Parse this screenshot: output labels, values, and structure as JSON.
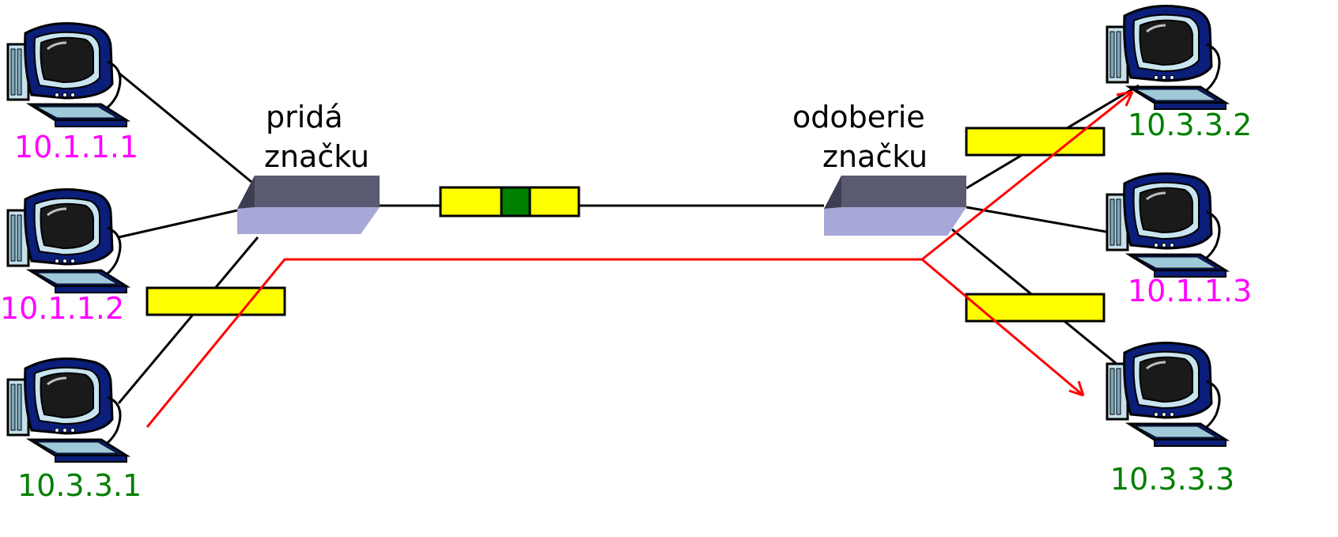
{
  "hosts": [
    {
      "ip": "10.1.1.1",
      "vlan_color": "#ff00ff"
    },
    {
      "ip": "10.1.1.2",
      "vlan_color": "#ff00ff"
    },
    {
      "ip": "10.3.3.1",
      "vlan_color": "#008000"
    },
    {
      "ip": "10.3.3.2",
      "vlan_color": "#008000"
    },
    {
      "ip": "10.1.1.3",
      "vlan_color": "#ff00ff"
    },
    {
      "ip": "10.3.3.3",
      "vlan_color": "#008000"
    }
  ],
  "switches": {
    "left_label": [
      "pridá",
      "značku"
    ],
    "right_label": [
      "odoberie",
      "značku"
    ]
  },
  "colors": {
    "frame": "#ffff00",
    "tag": "#008000",
    "path": "#ff0000",
    "link": "#000000",
    "switch_top": "#a8a8d8",
    "switch_front": "#5a5a72"
  },
  "icons": [
    "computer-icon",
    "switch-icon",
    "frame-icon",
    "tag-icon",
    "arrow-icon"
  ]
}
